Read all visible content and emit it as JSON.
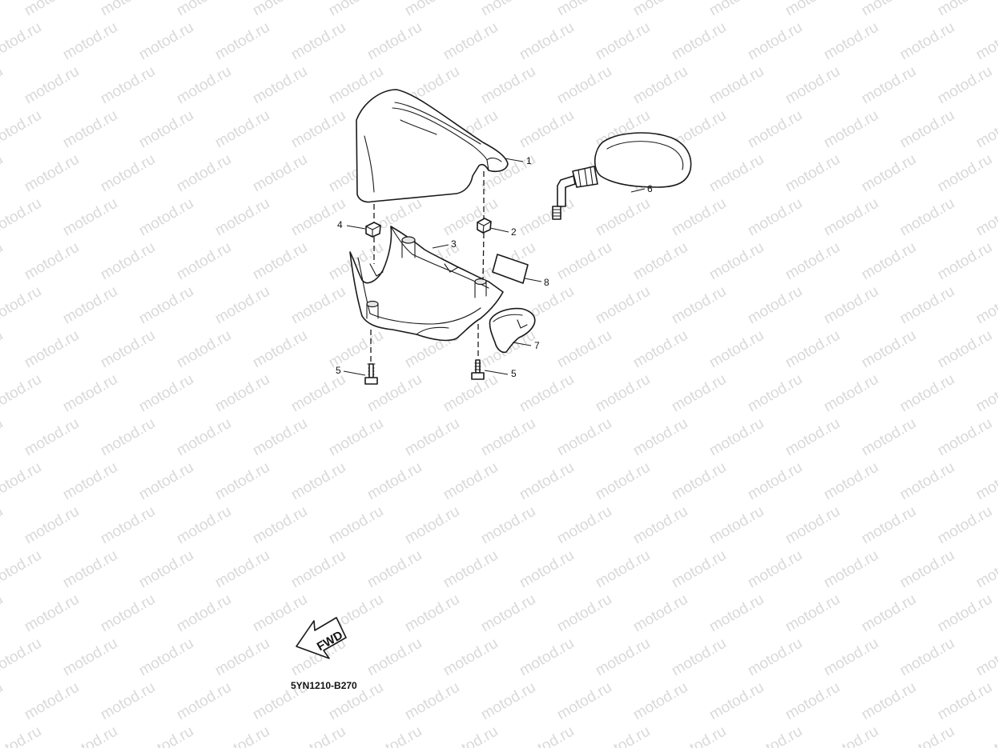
{
  "watermark": {
    "text": "motod.ru"
  },
  "diagram": {
    "direction_label": "FWD",
    "drawing_code": "5YN1210-B270",
    "callouts": [
      {
        "id": "1",
        "part": "handlebar-upper-cover"
      },
      {
        "id": "2",
        "part": "nut-right"
      },
      {
        "id": "3",
        "part": "handlebar-lower-cover"
      },
      {
        "id": "4",
        "part": "nut-left"
      },
      {
        "id": "5",
        "part": "screw-left"
      },
      {
        "id": "5",
        "part": "screw-right"
      },
      {
        "id": "6",
        "part": "rear-view-mirror"
      },
      {
        "id": "7",
        "part": "cover-plate"
      },
      {
        "id": "8",
        "part": "label"
      }
    ]
  },
  "colors": {
    "line": "#1a1a1a",
    "watermark": "#d9d9d9",
    "background": "#ffffff"
  }
}
